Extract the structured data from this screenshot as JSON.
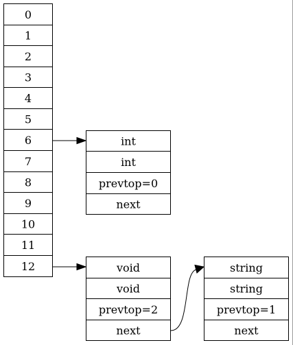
{
  "table": {
    "slots": [
      "0",
      "1",
      "2",
      "3",
      "4",
      "5",
      "6",
      "7",
      "8",
      "9",
      "10",
      "11",
      "12"
    ]
  },
  "records": [
    {
      "id": "record-a",
      "fields": [
        "int",
        "int",
        "prevtop=0",
        "next"
      ]
    },
    {
      "id": "record-b",
      "fields": [
        "void",
        "void",
        "prevtop=2",
        "next"
      ]
    },
    {
      "id": "record-c",
      "fields": [
        "string",
        "string",
        "prevtop=1",
        "next"
      ]
    }
  ],
  "links": [
    {
      "from": "slot-6",
      "to": "record-a"
    },
    {
      "from": "slot-12",
      "to": "record-b"
    },
    {
      "from": "record-b.next",
      "to": "record-c"
    }
  ]
}
